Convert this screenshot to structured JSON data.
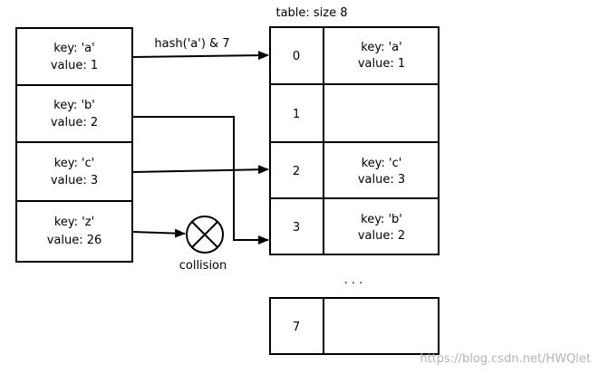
{
  "table_title": "table: size 8",
  "hash_label": "hash('a') & 7",
  "collision_label": "collision",
  "ellipsis": ". . .",
  "watermark": "https://blog.csdn.net/HWQlet",
  "entries": [
    {
      "key": "key: 'a'",
      "value": "value: 1"
    },
    {
      "key": "key: 'b'",
      "value": "value: 2"
    },
    {
      "key": "key: 'c'",
      "value": "value: 3"
    },
    {
      "key": "key: 'z'",
      "value": "value: 26"
    }
  ],
  "slots": [
    {
      "index": "0",
      "key": "key: 'a'",
      "value": "value: 1"
    },
    {
      "index": "1",
      "key": "",
      "value": ""
    },
    {
      "index": "2",
      "key": "key: 'c'",
      "value": "value: 3"
    },
    {
      "index": "3",
      "key": "key: 'b'",
      "value": "value: 2"
    },
    {
      "index": "7",
      "key": "",
      "value": ""
    }
  ]
}
